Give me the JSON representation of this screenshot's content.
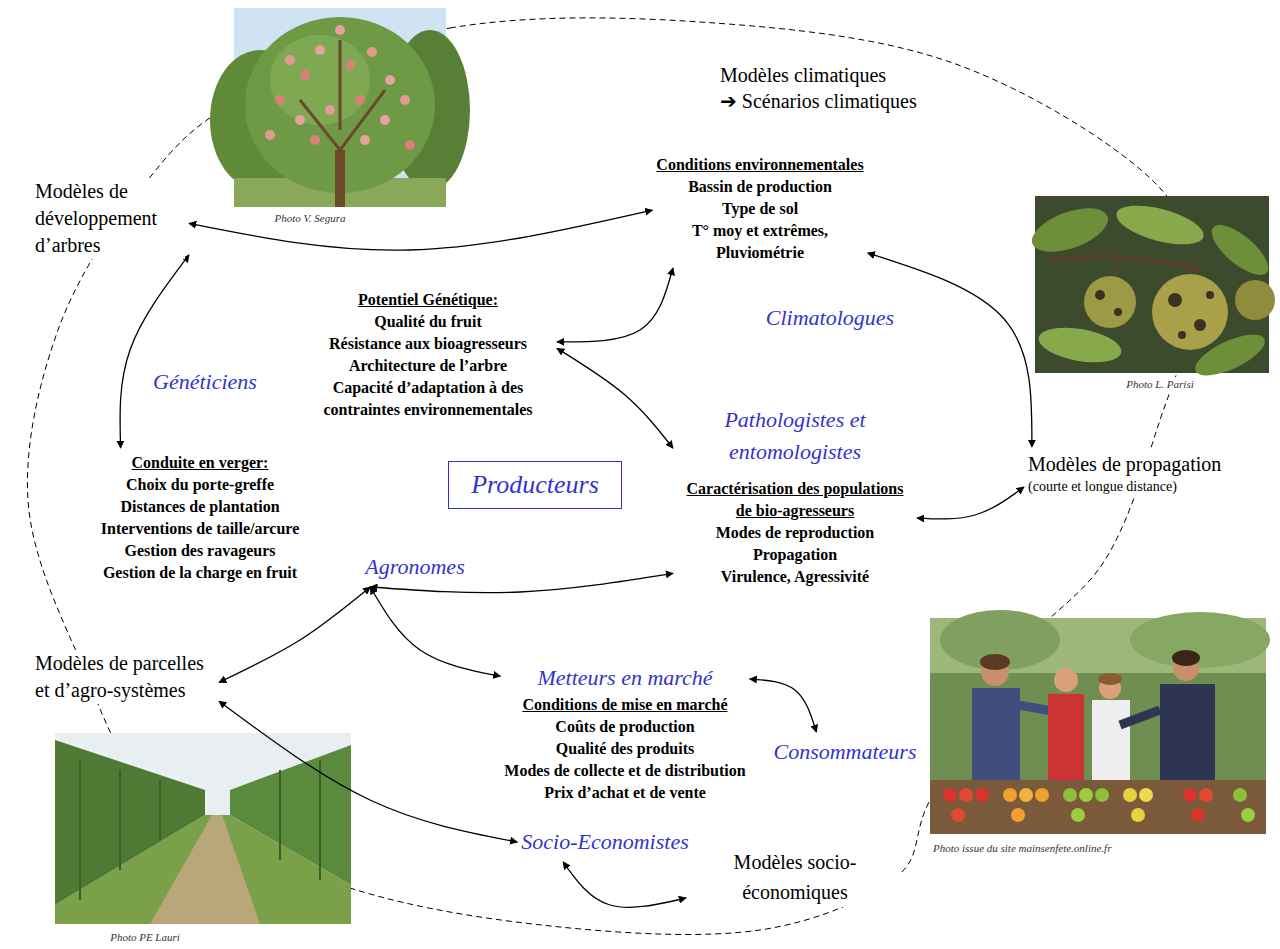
{
  "diagram": {
    "nodes": [
      {
        "text": [
          "Modèles de développement d’arbres"
        ]
      },
      {
        "text": [
          "Conditions environnementales",
          "Bassin de production",
          "Type de sol",
          "T° moy et extrêmes,",
          "Pluviométrie"
        ]
      },
      {
        "text": [
          "Potentiel Génétique:",
          "Qualité du fruit",
          "Résistance aux bioagresseurs",
          "Architecture de l’arbre",
          "Capacité d’adaptation à des contraintes environnementales"
        ]
      },
      {
        "text": [
          "Producteurs"
        ]
      },
      {
        "text": [
          "Modèles de propagation",
          "(courte et longue distance)"
        ]
      },
      {
        "text": [
          "Pathologistes et entomologistes",
          "Caractérisation des populations de bio-agresseurs",
          "Modes de reproduction",
          "Propagation",
          "Virulence, Agressivité"
        ]
      },
      {
        "text": [
          "Conduite en verger:",
          "Choix du porte-greffe",
          "Distances de plantation",
          "Interventions de taille/arcure",
          "Gestion des ravageurs",
          "Gestion de la charge en fruit"
        ]
      },
      {
        "text": [
          "Agronomes"
        ]
      },
      {
        "text": [
          "Modèles de parcelles et d’agro-systèmes"
        ]
      },
      {
        "text": [
          "Metteurs en marché",
          "Conditions de mise en marché",
          "Coûts de production",
          "Qualité des produits",
          "Modes de collecte et de distribution",
          "Prix d’achat et de vente"
        ]
      },
      {
        "text": [
          "Consommateurs"
        ]
      },
      {
        "text": [
          "Socio-Economistes"
        ]
      },
      {
        "text": [
          "Modèles socio-économiques"
        ]
      }
    ],
    "edges": [
      {
        "from": 0,
        "to": 1,
        "arrow": "both"
      },
      {
        "from": 2,
        "to": 1,
        "arrow": "both"
      },
      {
        "from": 2,
        "to": 5,
        "arrow": "both"
      },
      {
        "from": 0,
        "to": 6,
        "arrow": "both"
      },
      {
        "from": 1,
        "to": 4,
        "arrow": "both"
      },
      {
        "from": 5,
        "to": 4,
        "arrow": "both"
      },
      {
        "from": 7,
        "to": 5,
        "arrow": "both"
      },
      {
        "from": 7,
        "to": 8,
        "arrow": "both"
      },
      {
        "from": 7,
        "to": 9,
        "arrow": "both"
      },
      {
        "from": 9,
        "to": 10,
        "arrow": "both"
      },
      {
        "from": 8,
        "to": 11,
        "arrow": "both"
      },
      {
        "from": 11,
        "to": 12,
        "arrow": "both"
      }
    ],
    "labels": [
      "Modèles climatiques",
      "➔ Scénarios climatiques",
      "Climatologues",
      "Généticiens",
      "Photo V. Segura",
      "Photo L. Parisi",
      "Photo PE Lauri",
      "Photo issue du site mainsenfete.online.fr"
    ]
  }
}
